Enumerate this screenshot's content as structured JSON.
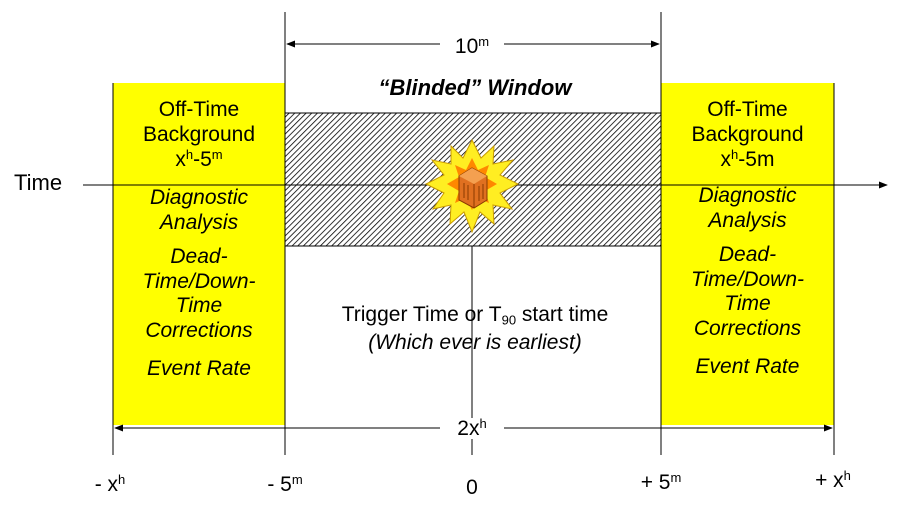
{
  "axis": {
    "time_label": "Time",
    "ticks": [
      {
        "base": "- x",
        "sup": "h"
      },
      {
        "base": "- 5",
        "sup": "m"
      },
      {
        "base": "0",
        "sup": ""
      },
      {
        "base": "+ 5",
        "sup": "m"
      },
      {
        "base": "+ x",
        "sup": "h"
      }
    ]
  },
  "span_top": {
    "base": "10",
    "sup": "m"
  },
  "span_bottom": {
    "base": "2x",
    "sup": "h"
  },
  "blinded_window_label": "“Blinded” Window",
  "trigger": {
    "pre": "Trigger Time or T",
    "sub": "90",
    "post": " start time",
    "note": "(Which ever is earliest)"
  },
  "left_box": {
    "title_1": "Off-Time",
    "title_2": "Background",
    "range_base": "x",
    "range_sup": "h",
    "range_mid": "-5",
    "range_sup2": "m",
    "range_tail": "",
    "diag_1": "Diagnostic",
    "diag_2": "Analysis",
    "dead_1": "Dead-",
    "dead_2": "Time/Down-",
    "dead_3": "Time",
    "dead_4": "Corrections",
    "rate": "Event Rate"
  },
  "right_box": {
    "title_1": "Off-Time",
    "title_2": "Background",
    "range_base": "x",
    "range_sup": "h",
    "range_mid": "-5m",
    "range_sup2": "",
    "range_tail": "",
    "diag_1": "Diagnostic",
    "diag_2": "Analysis",
    "dead_1": "Dead-",
    "dead_2": "Time/Down-",
    "dead_3": "Time",
    "dead_4": "Corrections",
    "rate": "Event Rate"
  },
  "colors": {
    "box_fill": "#ffff00",
    "hatch": "#000000",
    "burst_outer": "#ffee22",
    "burst_inner": "#ff8800",
    "icon": "#e07020"
  },
  "icons": [
    "burst-icon",
    "building-icon"
  ]
}
